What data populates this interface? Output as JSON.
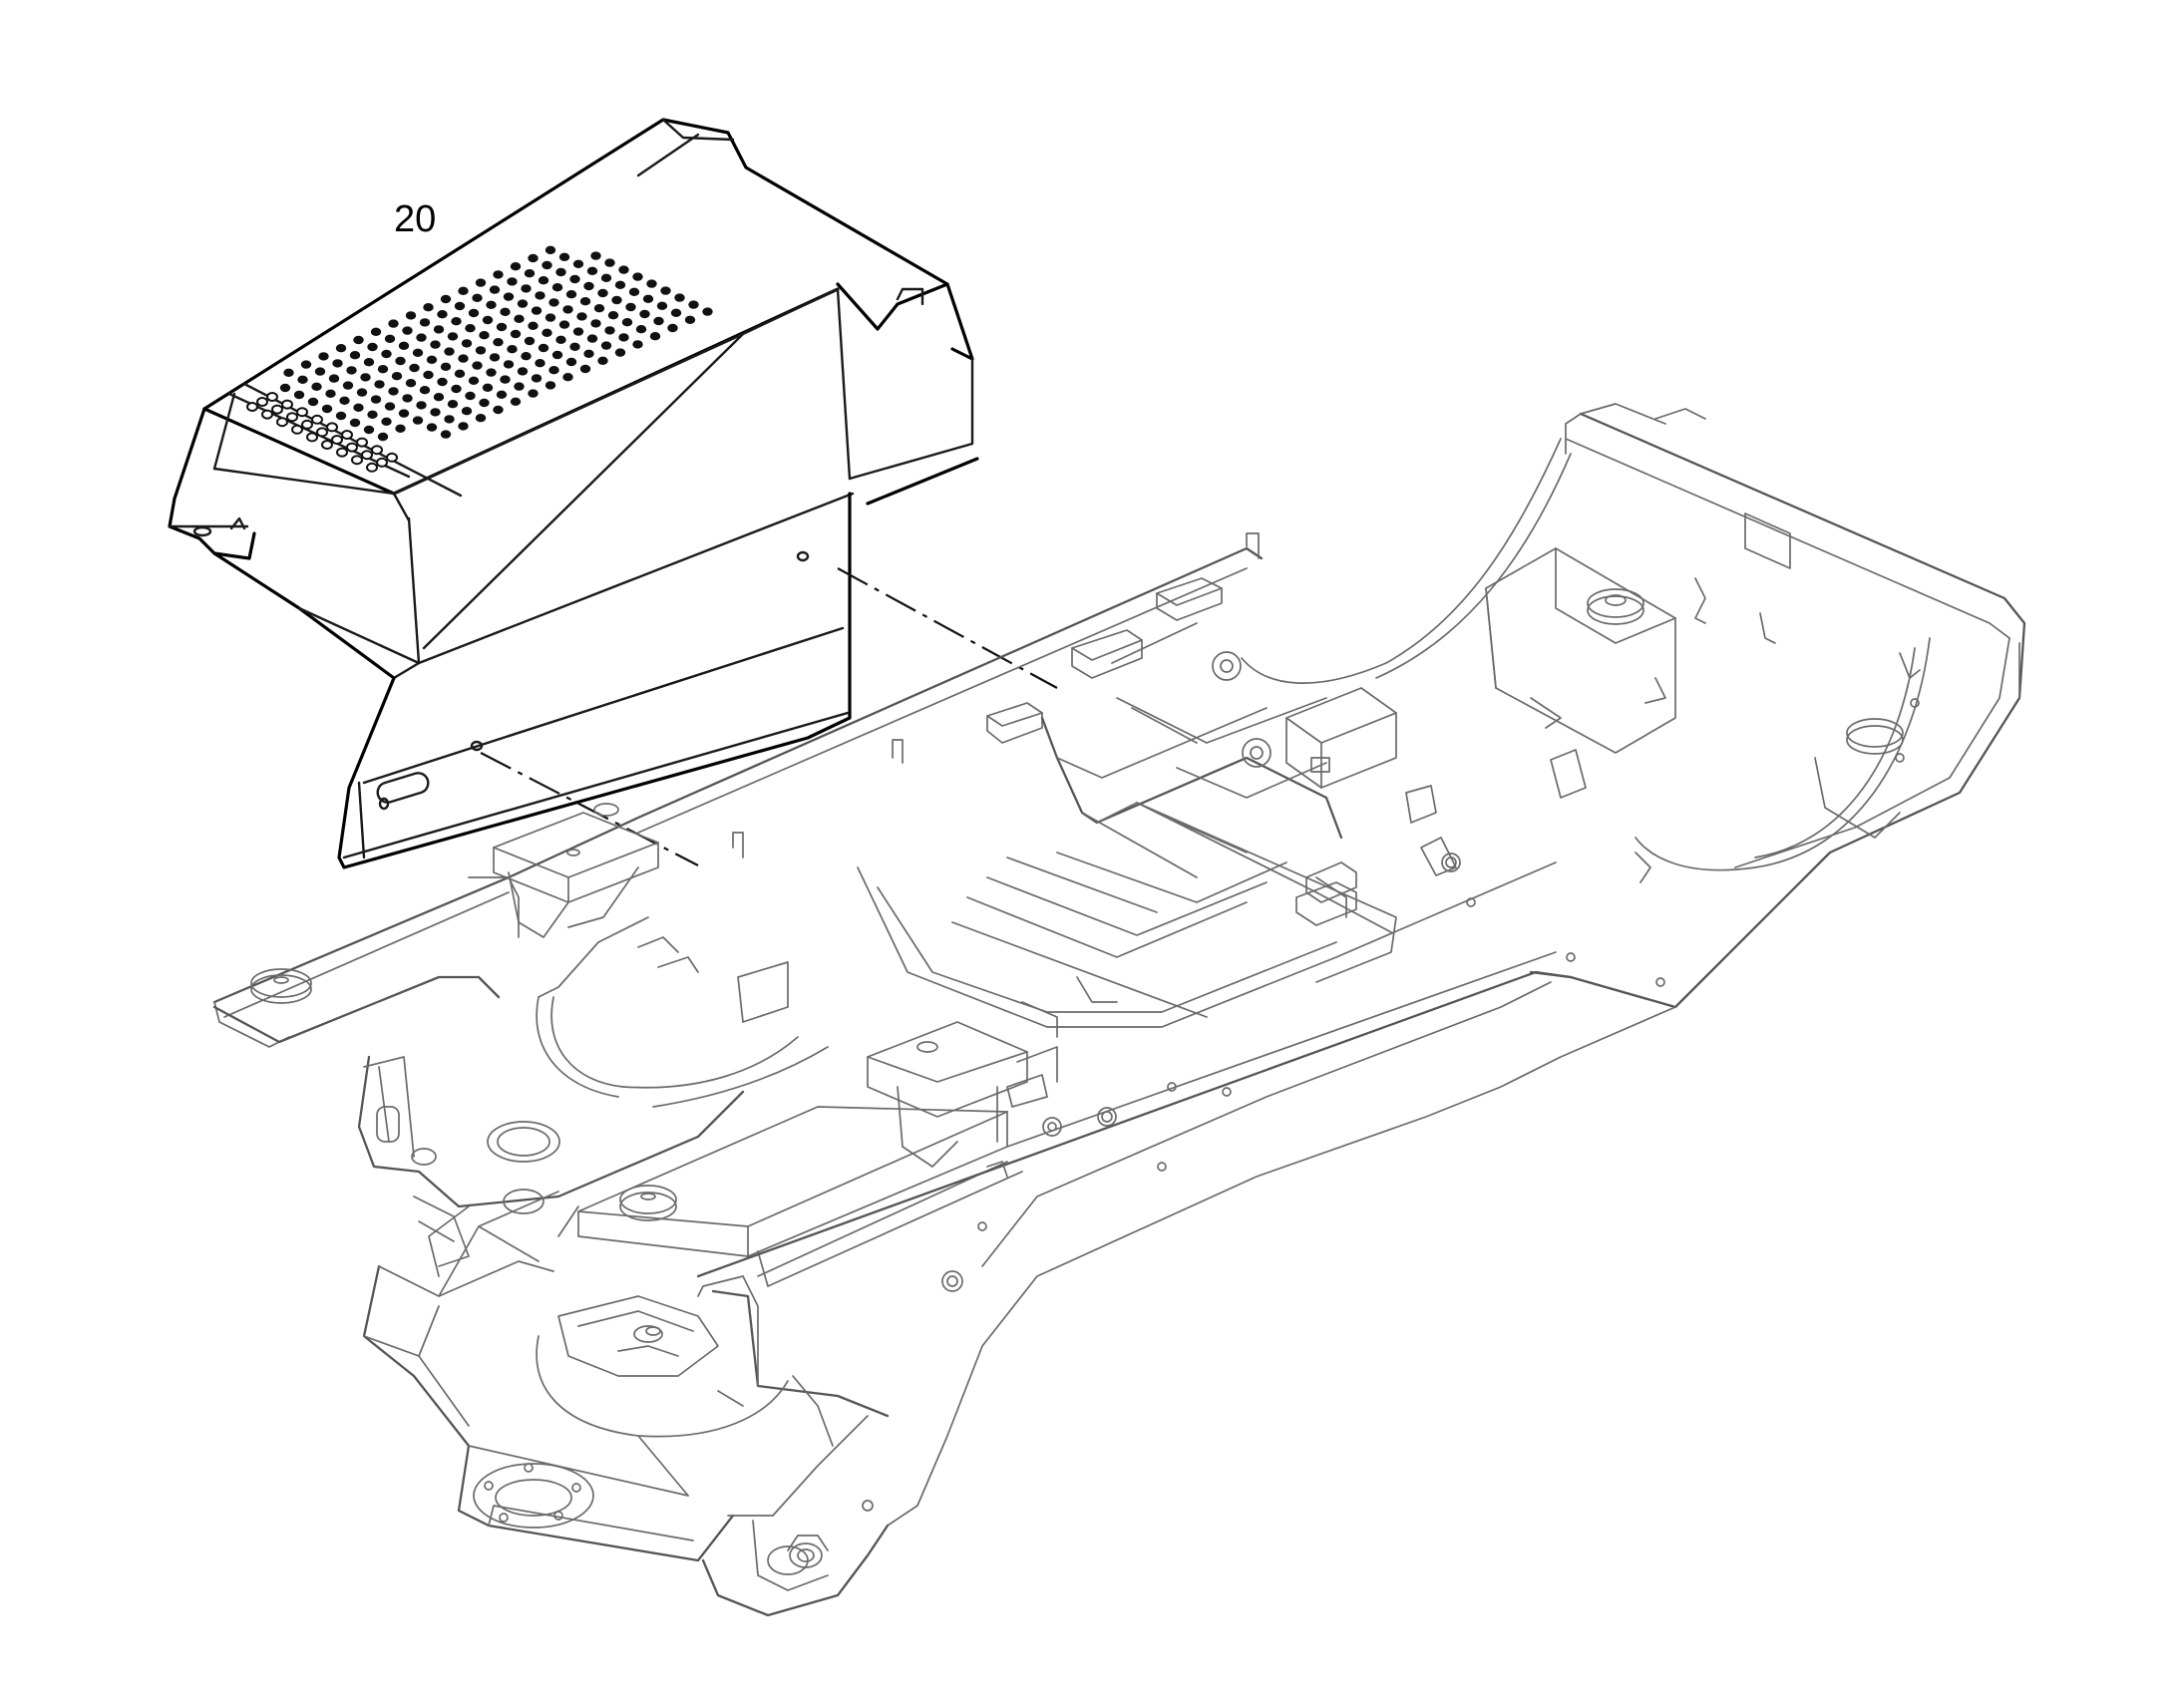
{
  "figure": {
    "part_labels": [
      {
        "id": "cover",
        "text": "20"
      }
    ],
    "components": [
      "perforated-engine-cover",
      "excavator-upper-frame"
    ]
  }
}
